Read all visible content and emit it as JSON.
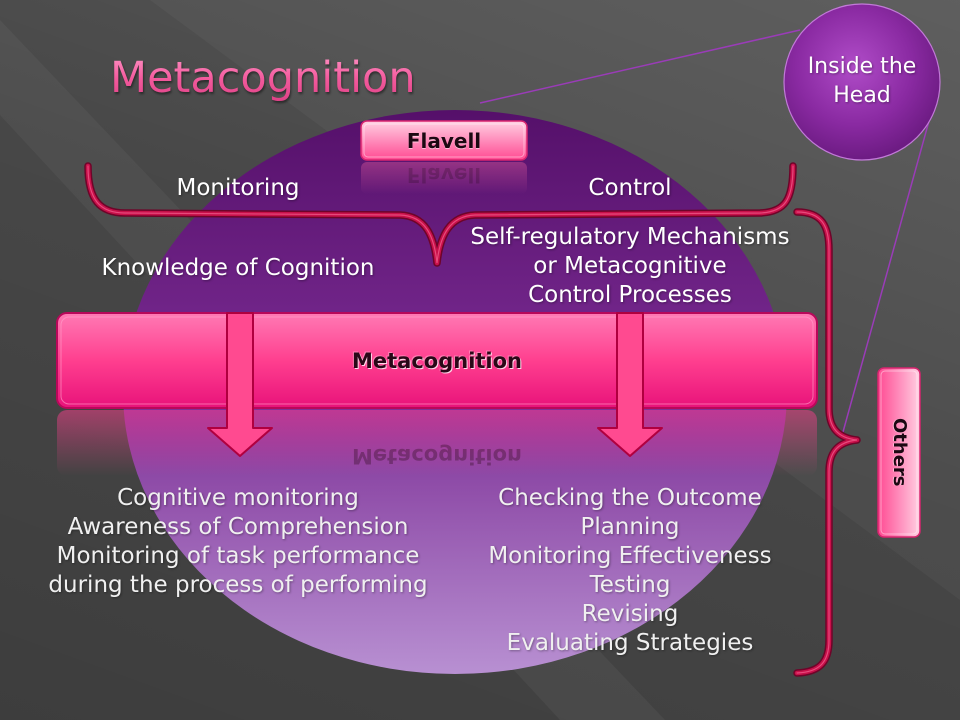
{
  "slide": {
    "title": "Metacognition",
    "callout_circle": {
      "lines": [
        "Inside the",
        "Head"
      ]
    },
    "flavell": {
      "label": "Flavell"
    },
    "top_brace": {
      "left_label": "Monitoring",
      "right_label": "Control"
    },
    "upper_left": {
      "text": "Knowledge of Cognition"
    },
    "upper_right": {
      "lines": [
        "Self-regulatory Mechanisms",
        "or Metacognitive",
        "Control Processes"
      ]
    },
    "center_bar": {
      "label": "Metacognition"
    },
    "lower_left": {
      "lines": [
        "Cognitive monitoring",
        "Awareness of Comprehension",
        "Monitoring of task performance",
        "during the process of performing"
      ]
    },
    "lower_right": {
      "lines": [
        "Checking the Outcome",
        "Planning",
        "Monitoring Effectiveness",
        "Testing",
        "Revising",
        "Evaluating Strategies"
      ]
    },
    "side_box": {
      "label": "Others"
    }
  },
  "colors": {
    "background": "#474747",
    "brace": "#c8104a",
    "accent_pink": "#ff3f8f",
    "circle_purple": "#7b2c94",
    "text": "#ffffff"
  }
}
